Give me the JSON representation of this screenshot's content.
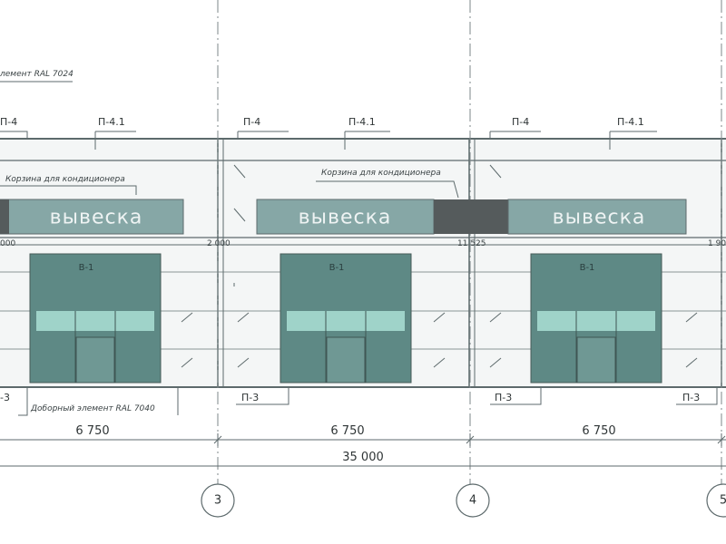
{
  "callouts": {
    "ral_top": "лемент RAL 7024",
    "ral_bottom": "Доборный элемент RAL 7040",
    "ac_basket": "Корзина для кондиционера"
  },
  "bays": [
    {
      "panel_left": "П-4",
      "panel_right": "П-4.1",
      "sign": "вывеска",
      "door": "В-1",
      "bottom_panel": "П-3",
      "left_dim": "000",
      "width": "6 750",
      "axis": "3"
    },
    {
      "panel_left": "П-4",
      "panel_right": "П-4.1",
      "sign": "вывеска",
      "door": "В-1",
      "bottom_panel": "П-3",
      "left_dim": "2 000",
      "width": "6 750",
      "axis": "4"
    },
    {
      "panel_left": "П-4",
      "panel_right": "П-4.1",
      "sign": "вывеска",
      "door": "В-1",
      "bottom_panel": "П-3",
      "left_dim": "11 525",
      "width": "6 750",
      "axis": "5"
    }
  ],
  "extra_dims": {
    "right_dim": "1 90",
    "total": "35 000",
    "bottom_left_panel": "-3"
  },
  "colors": {
    "line": "#5d6a6c",
    "facade_fill": "#f4f6f6",
    "sign_fill": "#86a7a6",
    "door_fill": "#5e8985",
    "glass_fill": "#9fd3c9",
    "dark_block": "#555b5c"
  }
}
